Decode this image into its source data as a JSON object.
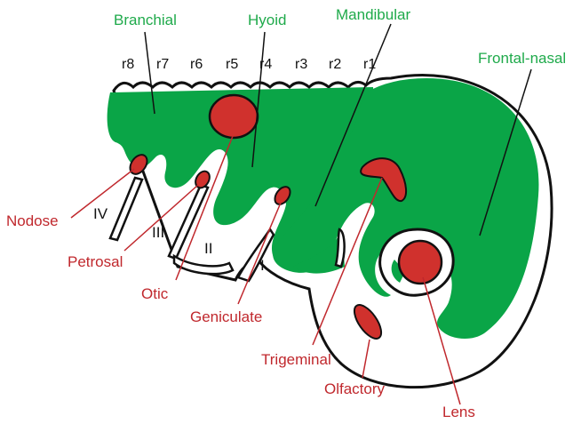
{
  "colors": {
    "mesenchyme": "#0aa547",
    "ganglion": "#d0312d",
    "green_label": "#1faa4b",
    "red_label": "#c0282d",
    "outline": "#111111"
  },
  "rhombomeres": [
    "r8",
    "r7",
    "r6",
    "r5",
    "r4",
    "r3",
    "r2",
    "r1"
  ],
  "arches": [
    "IV",
    "III",
    "II",
    "I"
  ],
  "crest_streams": {
    "branchial": "Branchial",
    "hyoid": "Hyoid",
    "mandibular": "Mandibular",
    "frontal_nasal": "Frontal-nasal"
  },
  "ganglia": {
    "nodose": "Nodose",
    "petrosal": "Petrosal",
    "otic": "Otic",
    "geniculate": "Geniculate",
    "trigeminal": "Trigeminal",
    "olfactory": "Olfactory",
    "lens": "Lens"
  }
}
